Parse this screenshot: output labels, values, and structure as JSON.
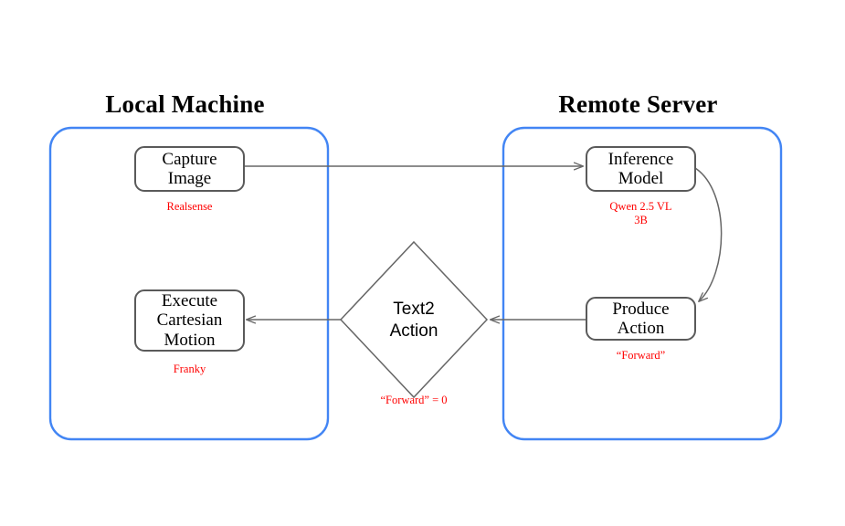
{
  "diagram": {
    "title_local": "Local Machine",
    "title_remote": "Remote Server",
    "groups": [
      {
        "id": "local",
        "label": "Local Machine",
        "color": "#4285f4"
      },
      {
        "id": "remote",
        "label": "Remote Server",
        "color": "#4285f4"
      }
    ],
    "nodes": {
      "capture_image": {
        "label": "Capture\nImage",
        "line1": "Capture",
        "line2": "Image",
        "note": "Realsense"
      },
      "execute_motion": {
        "label": "Execute\nCartesian\nMotion",
        "line1": "Execute",
        "line2": "Cartesian",
        "line3": "Motion",
        "note": "Franky"
      },
      "inference_model": {
        "label": "Inference\nModel",
        "line1": "Inference",
        "line2": "Model",
        "note": "Qwen 2.5 VL\n3B"
      },
      "produce_action": {
        "label": "Produce\nAction",
        "line1": "Produce",
        "line2": "Action",
        "note": "“Forward”"
      },
      "text2action": {
        "label": "Text2\nAction",
        "note": "“Forward” = 0"
      }
    },
    "edges": [
      {
        "from": "capture_image",
        "to": "inference_model",
        "style": "straight"
      },
      {
        "from": "inference_model",
        "to": "produce_action",
        "style": "curved"
      },
      {
        "from": "produce_action",
        "to": "text2action",
        "style": "straight"
      },
      {
        "from": "text2action",
        "to": "execute_motion",
        "style": "straight"
      }
    ],
    "colors": {
      "group_border": "#4285f4",
      "node_border": "#5a5a5a",
      "edge": "#666666",
      "note_text": "#ff0000",
      "text": "#000000",
      "background": "#ffffff"
    }
  }
}
